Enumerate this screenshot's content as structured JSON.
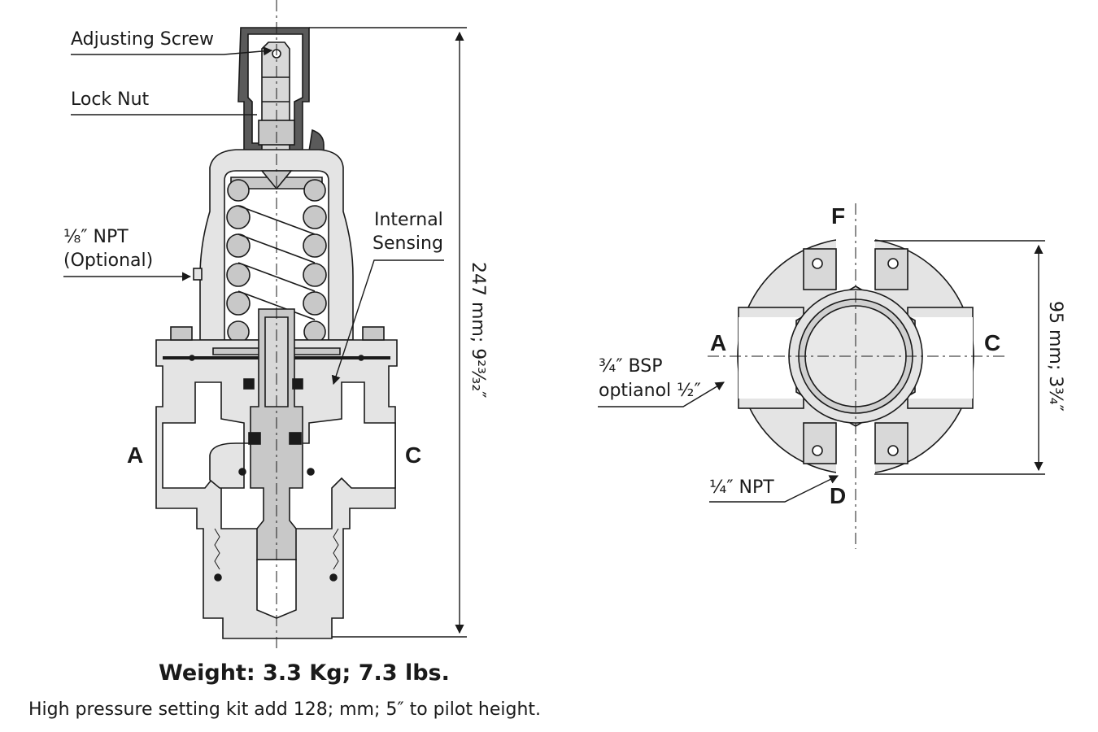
{
  "left_view": {
    "labels": {
      "adjusting_screw": "Adjusting Screw",
      "lock_nut": "Lock Nut",
      "npt_optional_1": "⅛″ NPT",
      "npt_optional_2": "(Optional)",
      "internal_sensing_1": "Internal",
      "internal_sensing_2": "Sensing"
    },
    "ports": {
      "inlet": "A",
      "outlet": "C"
    },
    "height_dimension": "247 mm; 9²³⁄₃₂″"
  },
  "right_view": {
    "ports": {
      "left": "A",
      "right": "C",
      "top": "F",
      "bottom": "D"
    },
    "labels": {
      "bsp_1": "¾″ BSP",
      "bsp_2": "optianol ½″",
      "npt": "¼″ NPT"
    },
    "width_dimension": "95 mm; 3¾″"
  },
  "footer": {
    "weight": "Weight: 3.3 Kg; 7.3 lbs.",
    "note": "High pressure setting kit add 128; mm; 5″ to pilot height."
  },
  "colors": {
    "body_fill": "#e4e4e4",
    "part_fill": "#c8c8c8",
    "cap_fill": "#5a5a5a",
    "line": "#1a1a1a"
  }
}
